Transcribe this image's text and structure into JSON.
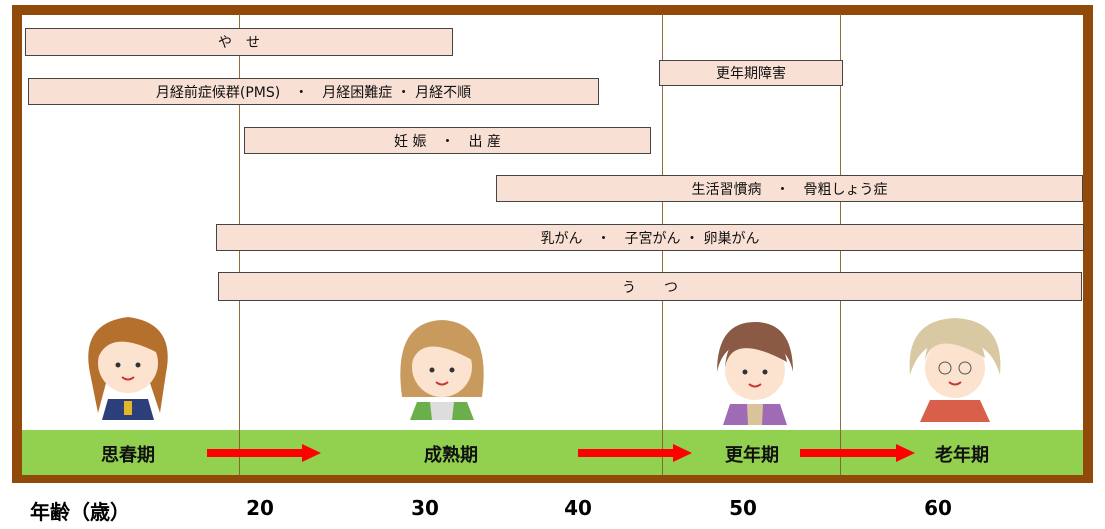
{
  "bars": [
    {
      "label": "や　せ"
    },
    {
      "label": "月経前症候群(PMS)　・　月経困難症 ・ 月経不順"
    },
    {
      "label": "妊 娠　・　出 産"
    },
    {
      "label": "更年期障害"
    },
    {
      "label": "生活習慣病　・　骨粗しょう症"
    },
    {
      "label": "乳がん　・　子宮がん ・ 卵巣がん"
    },
    {
      "label": "う　　つ"
    }
  ],
  "stages": [
    "思春期",
    "成熟期",
    "更年期",
    "老年期"
  ],
  "age_axis": {
    "label": "年齢（歳）",
    "ticks": [
      "20",
      "30",
      "40",
      "50",
      "60"
    ]
  },
  "colors": {
    "frame": "#924A0B",
    "band": "#92D050",
    "bar_fill": "#F9E0D4",
    "arrow": "#FF0000"
  }
}
